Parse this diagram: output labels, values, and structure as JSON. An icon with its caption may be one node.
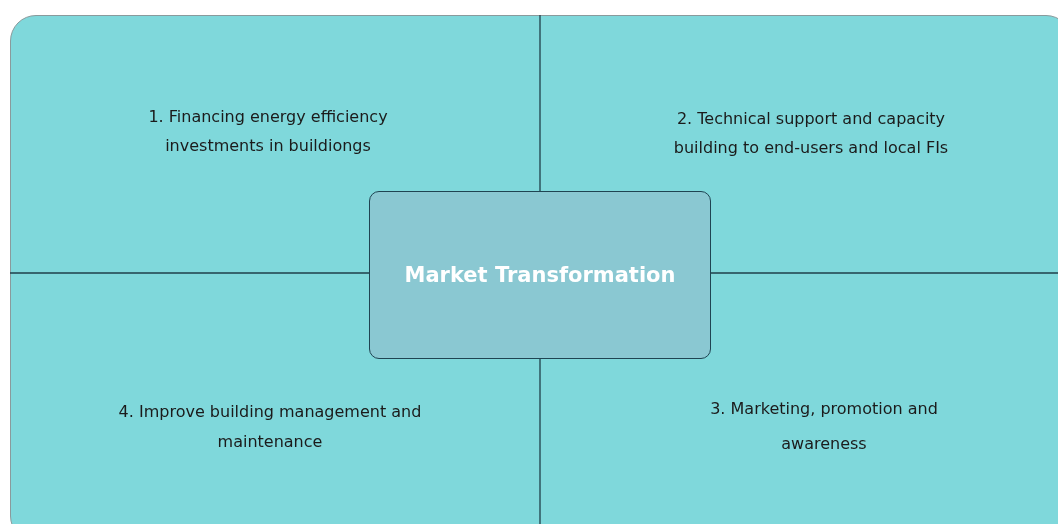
{
  "diagram": {
    "nodes": [
      {
        "text": [
          "1. Financing energy efficiency investments in buildiongs"
        ]
      },
      {
        "text": [
          "2. Technical support and capacity building to end-users and local FIs"
        ]
      },
      {
        "text": [
          "Market Transformation"
        ]
      },
      {
        "text": [
          "4. Improve building management and maintenance"
        ]
      },
      {
        "text": [
          "3. Marketing, promotion and awareness"
        ]
      }
    ]
  }
}
